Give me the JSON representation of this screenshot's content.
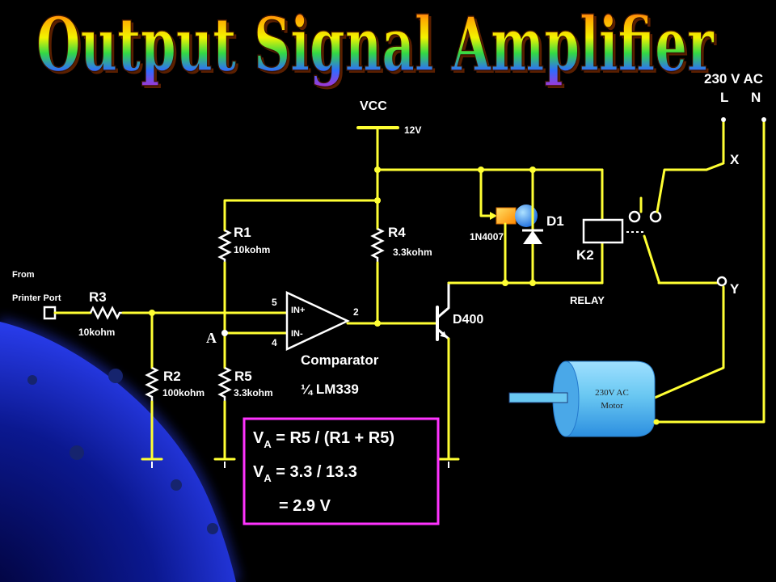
{
  "title": "Output Signal Amplifier",
  "mains": {
    "label": "230 V AC",
    "line": "L",
    "neutral": "N"
  },
  "supply": {
    "label": "VCC",
    "voltage": "12V"
  },
  "input": {
    "from": "From",
    "port": "Printer Port"
  },
  "components": {
    "r1": {
      "name": "R1",
      "value": "10kohm"
    },
    "r2": {
      "name": "R2",
      "value": "100kohm"
    },
    "r3": {
      "name": "R3",
      "value": "10kohm"
    },
    "r4": {
      "name": "R4",
      "value": "3.3kohm"
    },
    "r5": {
      "name": "R5",
      "value": "3.3kohm"
    },
    "d1": {
      "name": "D1",
      "part": "1N4007"
    },
    "k2": {
      "name": "K2",
      "type": "RELAY"
    },
    "transistor": {
      "name": "D400"
    },
    "comparator": {
      "label": "Comparator",
      "part": "¼ LM339",
      "in_plus": "IN+",
      "in_minus": "IN-",
      "pin_in_plus": "5",
      "pin_in_minus": "4",
      "pin_out": "2"
    },
    "motor": {
      "line1": "230V AC",
      "line2": "Motor"
    }
  },
  "node_a": "A",
  "terminals": {
    "x": "X",
    "y": "Y"
  },
  "equation": {
    "line1": {
      "var": "V",
      "sub": "A",
      "rest": " = R5 / (R1 + R5)"
    },
    "line2": {
      "var": "V",
      "sub": "A",
      "rest": " = 3.3 / 13.3"
    },
    "line3": "= 2.9 V"
  },
  "colors": {
    "background": "#000000",
    "wire": "#ffff33",
    "text": "#ffffff",
    "equation_box": "#ff33ff",
    "motor": "#6ac8f2"
  }
}
